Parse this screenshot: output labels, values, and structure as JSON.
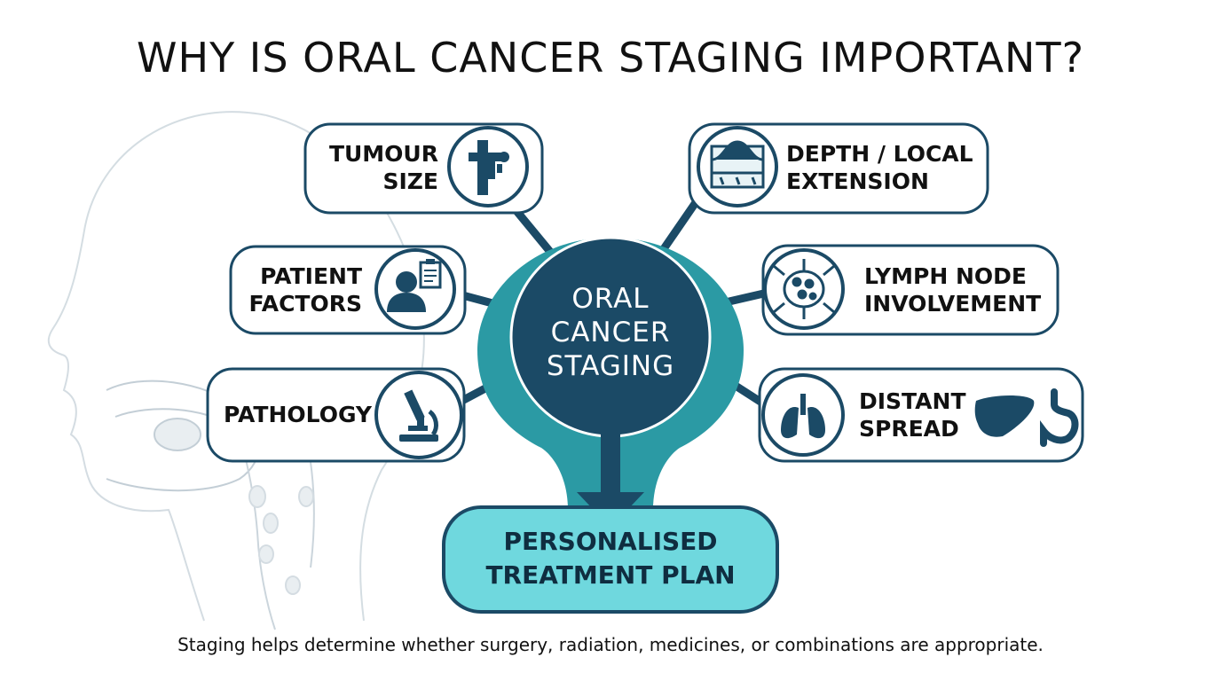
{
  "title": "WHY IS ORAL CANCER STAGING IMPORTANT?",
  "hub": {
    "line1": "ORAL",
    "line2": "CANCER",
    "line3": "STAGING"
  },
  "factors": {
    "tumour_size": {
      "line1": "TUMOUR",
      "line2": "SIZE",
      "icon": "caliper-icon"
    },
    "depth": {
      "line1": "DEPTH / LOCAL",
      "line2": "EXTENSION",
      "icon": "tissue-layers-icon"
    },
    "patient": {
      "line1": "PATIENT",
      "line2": "FACTORS",
      "icon": "patient-clipboard-icon"
    },
    "lymph": {
      "line1": "LYMPH NODE",
      "line2": "INVOLVEMENT",
      "icon": "lymph-node-icon"
    },
    "pathology": {
      "line1": "PATHOLOGY",
      "icon": "microscope-icon"
    },
    "distant": {
      "line1": "DISTANT",
      "line2": "SPREAD",
      "icon": "lungs-icon",
      "icon2": "liver-icon",
      "icon3": "stomach-icon"
    }
  },
  "outcome": {
    "line1": "PERSONALISED",
    "line2": "TREATMENT PLAN"
  },
  "caption": "Staging helps determine whether surgery, radiation, medicines, or combinations are appropriate.",
  "colors": {
    "navy": "#1b4a66",
    "teal": "#2b9aa4",
    "light_teal": "#6fd8de",
    "ink": "#111111"
  }
}
